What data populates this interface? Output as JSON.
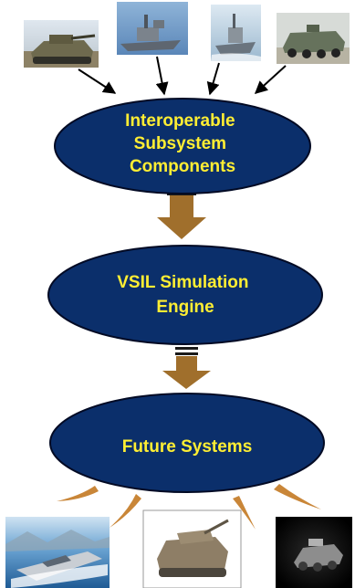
{
  "diagram": {
    "colors": {
      "oval_fill": "#0b2f6b",
      "oval_stroke": "#020a24",
      "oval_text": "#ffee33",
      "flow_arrow": "#a06f2c",
      "flow_arrow_bar": "#1a1a1a",
      "pointer_arrow": "#000000",
      "swoosh": "#c98638"
    },
    "nodes": [
      {
        "id": "interop",
        "lines": [
          "Interoperable",
          "Subsystem",
          "Components"
        ]
      },
      {
        "id": "vsil",
        "lines": [
          "VSIL Simulation",
          "Engine"
        ]
      },
      {
        "id": "future",
        "lines": [
          "Future Systems"
        ]
      }
    ],
    "input_images": [
      {
        "icon": "main-battle-tank-photo"
      },
      {
        "icon": "navy-destroyer-photo"
      },
      {
        "icon": "navy-frigate-photo"
      },
      {
        "icon": "armored-vehicle-photo"
      }
    ],
    "output_images": [
      {
        "icon": "future-stealth-ship-render"
      },
      {
        "icon": "future-combat-vehicle-render"
      },
      {
        "icon": "future-robotic-vehicle-render"
      }
    ]
  }
}
